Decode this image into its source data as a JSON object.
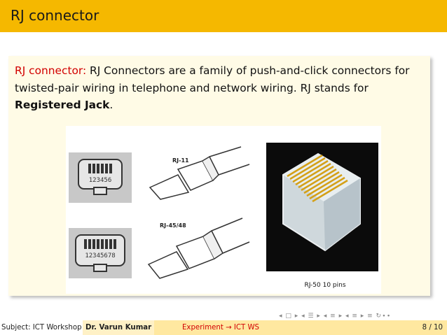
{
  "slide": {
    "title": "RJ connector",
    "keyword": "RJ connector:",
    "text_1": " RJ Connectors are a family of push-and-click connectors for twisted-pair wiring in telephone and network wiring. RJ stands for ",
    "bold_term": "Registered Jack",
    "text_end": "."
  },
  "figure": {
    "label_rj11": "RJ-11",
    "pins_rj11": "123456",
    "label_rj45": "RJ-45/48",
    "pins_rj45": "12345678",
    "caption_rj50": "RJ-50 10 pins"
  },
  "footer": {
    "subject": "Subject: ICT Workshop",
    "author": "Dr. Varun Kumar",
    "section": "Experiment → ICT WS",
    "page": "8 / 10"
  },
  "nav": "◂ □ ▸ ◂ ☰ ▸ ◂ ≡ ▸ ◂ ≡ ▸  ≡  ↻∙∙"
}
